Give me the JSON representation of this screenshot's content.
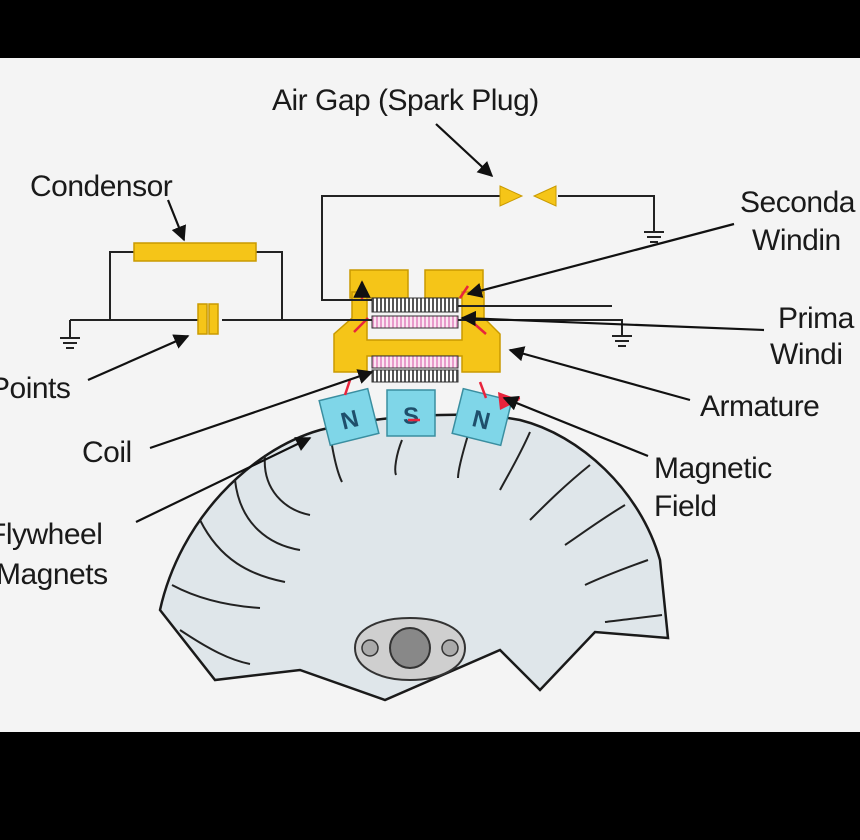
{
  "labels": {
    "air_gap": "Air Gap (Spark Plug)",
    "condensor": "Condensor",
    "secondary_1": "Seconda",
    "secondary_2": "Windin",
    "primary_1": "Prima",
    "primary_2": "Windi",
    "points": "Points",
    "armature": "Armature",
    "coil": "Coil",
    "magnetic_1": "Magnetic",
    "magnetic_2": "Field",
    "flywheel_1": "Flywheel",
    "flywheel_2": "Magnets"
  },
  "magnets": {
    "left": "N",
    "middle": "S",
    "right": "N"
  },
  "colors": {
    "background": "#f4f4f4",
    "frame": "#000000",
    "armature_yellow": "#f5c518",
    "magnet_blue": "#7fd6e8",
    "flywheel_fill": "#dfe6ea",
    "field_red": "#e8243c",
    "winding_pink": "#e89acb"
  }
}
